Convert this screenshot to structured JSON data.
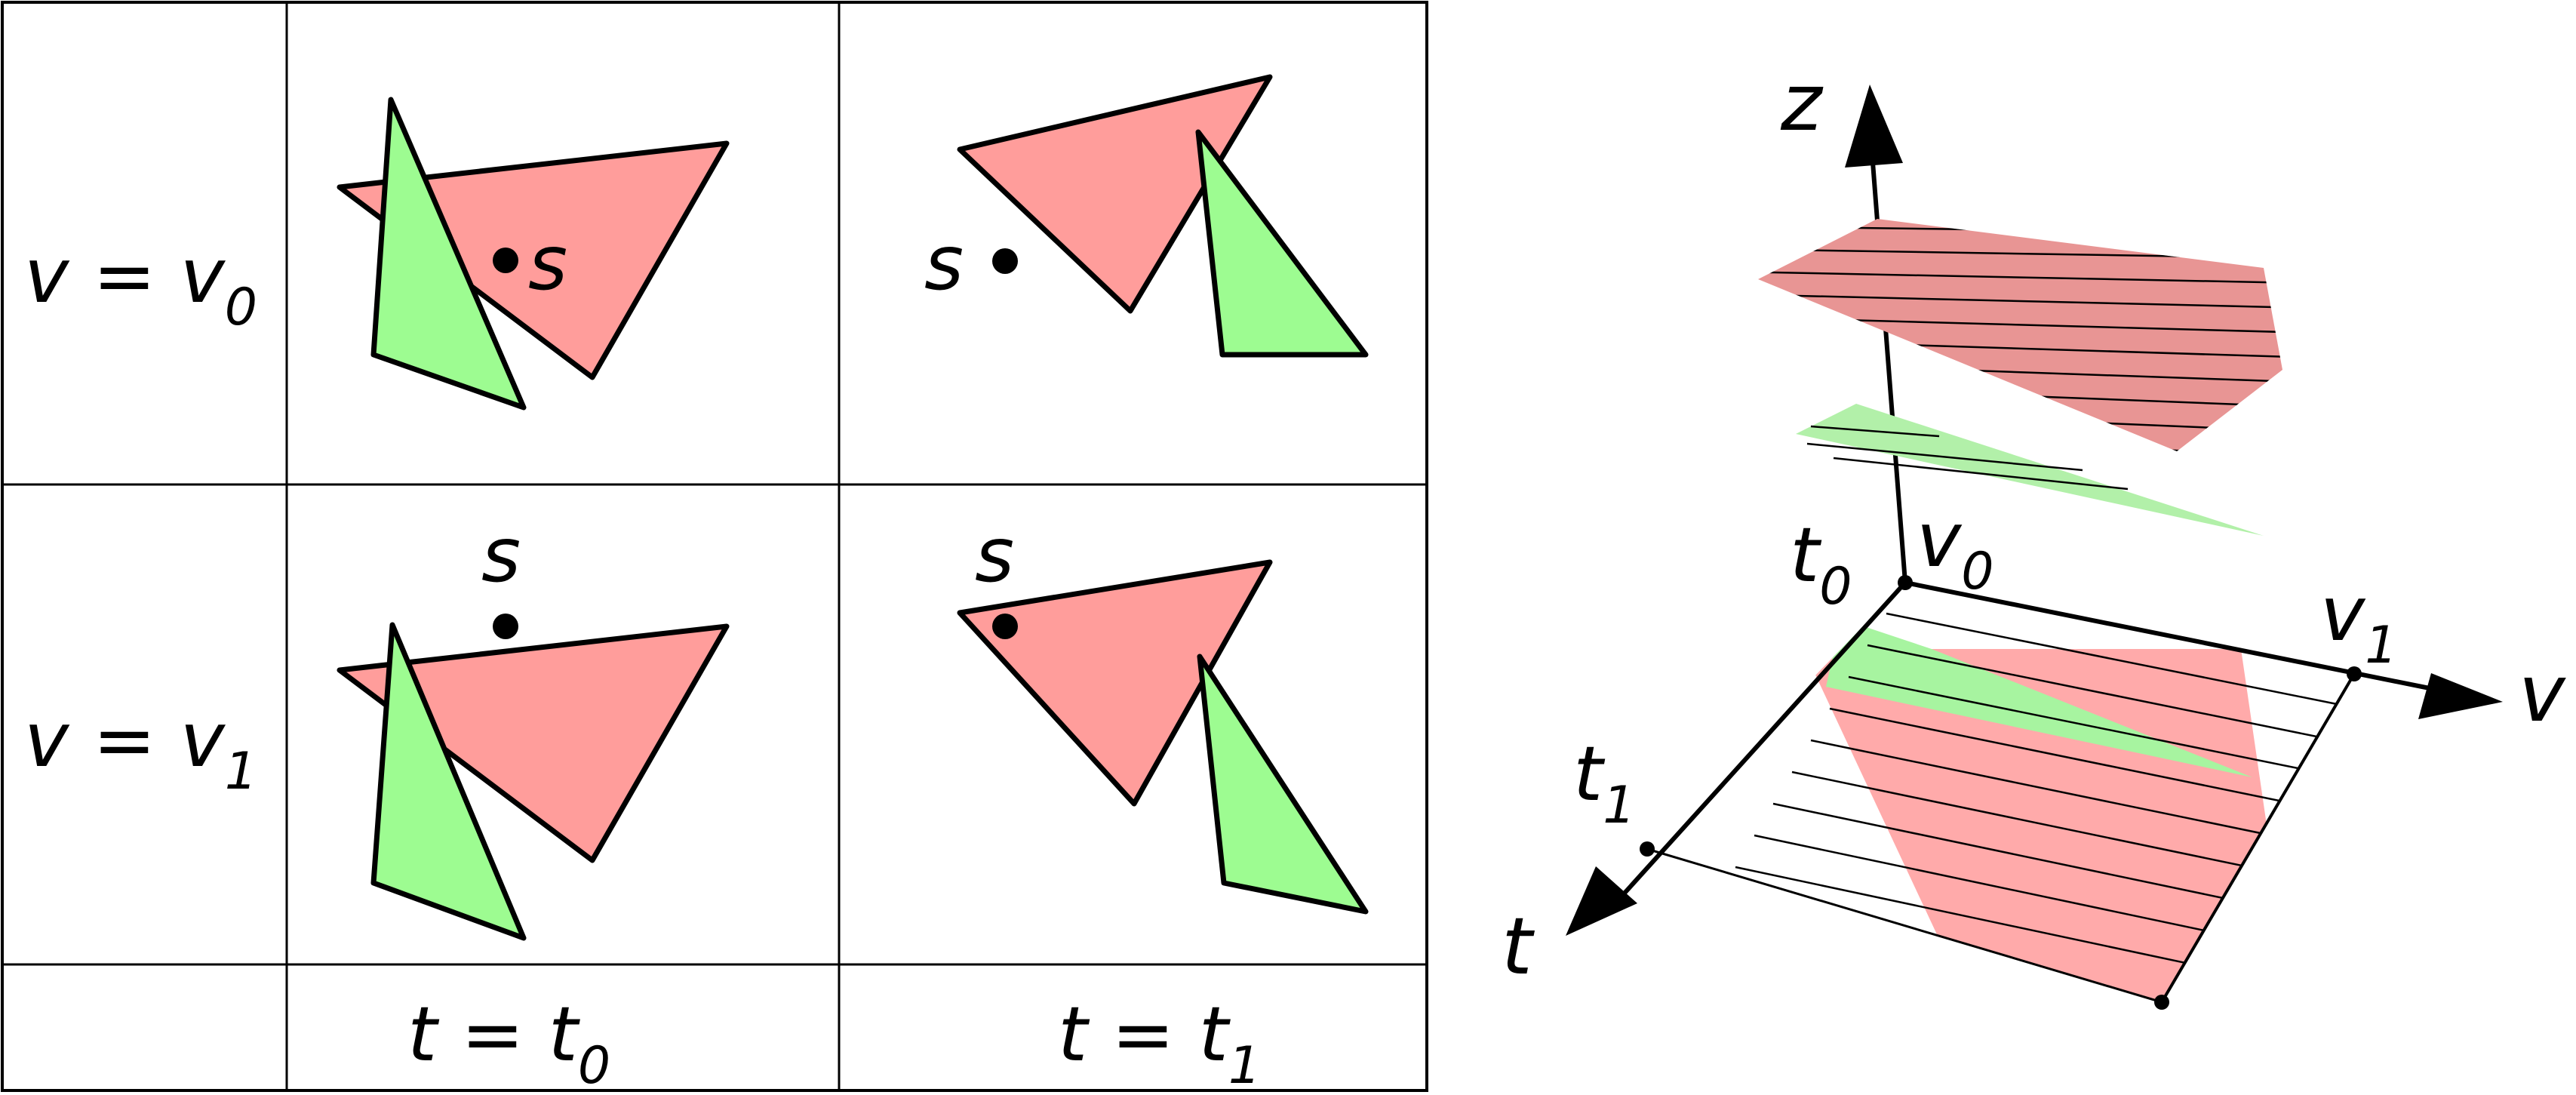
{
  "table": {
    "row_v0": {
      "v": "v",
      "eq": " = ",
      "base": "v",
      "sub": "0"
    },
    "row_v1": {
      "v": "v",
      "eq": " = ",
      "base": "v",
      "sub": "1"
    },
    "col_t0": {
      "t": "t",
      "eq": " = ",
      "base": "t",
      "sub": "0"
    },
    "col_t1": {
      "t": "t",
      "eq": " = ",
      "base": "t",
      "sub": "1"
    },
    "point_label": "s"
  },
  "plot3d": {
    "axis_z": "z",
    "axis_v": "v",
    "axis_t": "t",
    "origin_t": {
      "base": "t",
      "sub": "0"
    },
    "origin_v": {
      "base": "v",
      "sub": "0"
    },
    "tick_v1": {
      "base": "v",
      "sub": "1"
    },
    "tick_t1": {
      "base": "t",
      "sub": "1"
    }
  },
  "colors": {
    "red_triangle": "#ff9d9b",
    "green_triangle": "#9dfc91",
    "red_surface": "#e89594",
    "green_surface": "#b2f0a9",
    "red_plane": "#ffaaaa"
  }
}
